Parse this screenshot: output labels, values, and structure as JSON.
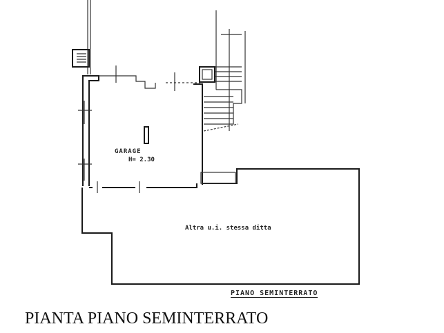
{
  "plan": {
    "garage_label": "GARAGE",
    "garage_height": "H= 2.30",
    "other_unit_label": "Altra u.i. stessa ditta",
    "subtitle": "PIANO SEMINTERRATO"
  },
  "caption": "PIANTA PIANO SEMINTERRATO"
}
